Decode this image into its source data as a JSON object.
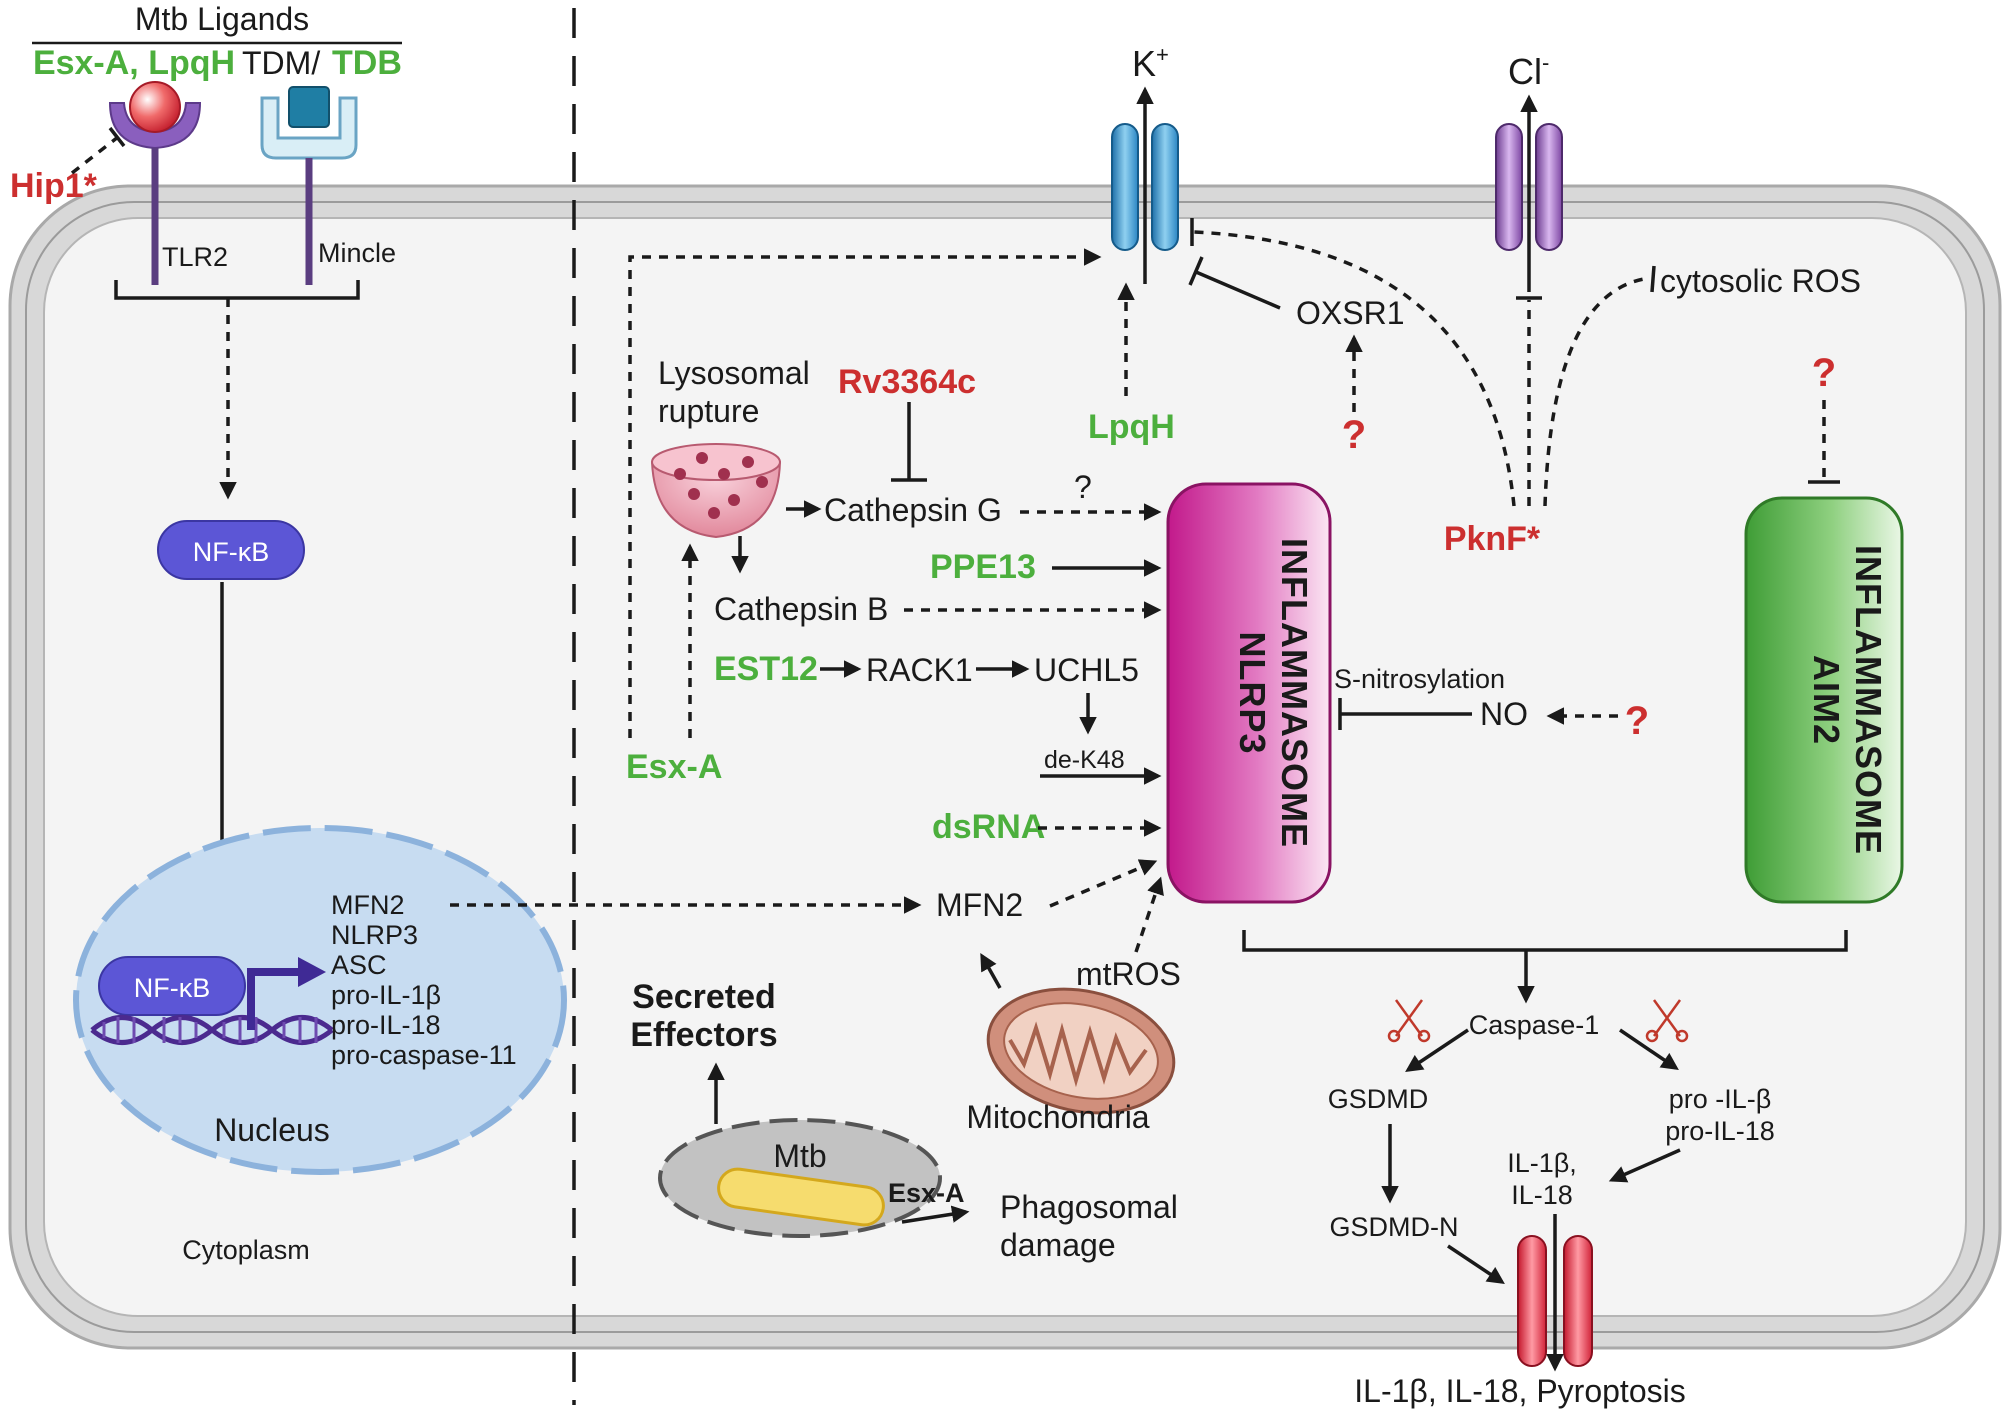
{
  "ligands": {
    "header": "Mtb Ligands",
    "esxa_lpqh": "Esx-A, LpqH",
    "tdm": "TDM/",
    "tdb": "TDB",
    "hip1": "Hip1*"
  },
  "receptors": {
    "tlr2": "TLR2",
    "mincle": "Mincle"
  },
  "nfkb": {
    "cytoplasm_label": "NF-κB",
    "nucleus_label": "NF-κB"
  },
  "nucleus": {
    "genes": [
      "MFN2",
      "NLRP3",
      "ASC",
      "pro-IL-1β",
      "pro-IL-18",
      "pro-caspase-11"
    ],
    "label": "Nucleus"
  },
  "cytoplasm": "Cytoplasm",
  "channels": {
    "k": "K",
    "k_sup": "+",
    "cl": "Cl",
    "cl_sup": "-"
  },
  "upstream": {
    "lysosomal_rupture": [
      "Lysosomal",
      "rupture"
    ],
    "rv3364c": "Rv3364c",
    "cathepsin_g": "Cathepsin G",
    "cathepsin_b": "Cathepsin B",
    "question": "?",
    "ppe13": "PPE13",
    "est12": "EST12",
    "rack1": "RACK1",
    "uchl5": "UCHL5",
    "dek48": "de-K48",
    "esxa": "Esx-A",
    "dsrna": "dsRNA",
    "mfn2": "MFN2",
    "mtros": "mtROS",
    "mitochondria": "Mitochondria",
    "lpqh": "LpqH",
    "oxsr1": "OXSR1",
    "cytosolic_ros": "cytosolic ROS",
    "pknf": "PknF*",
    "s_nitrosylation": "S-nitrosylation",
    "no": "NO"
  },
  "effectors": {
    "secreted": [
      "Secreted",
      "Effectors"
    ],
    "mtb": "Mtb",
    "esxa": "Esx-A",
    "phagosomal_damage": [
      "Phagosomal",
      "damage"
    ]
  },
  "inflammasomes": {
    "nlrp3": [
      "NLRP3",
      "INFLAMMASOME"
    ],
    "aim2": [
      "AIM2",
      "INFLAMMASOME"
    ]
  },
  "downstream": {
    "caspase1": "Caspase-1",
    "gsdmd": "GSDMD",
    "gsdmd_n": "GSDMD-N",
    "pro_il": [
      "pro -IL-β",
      "pro-IL-18"
    ],
    "il_mature": [
      "IL-1β,",
      "IL-18"
    ],
    "output": "IL-1β, IL-18, Pyroptosis"
  },
  "colors": {
    "green_text": "#4caf3d",
    "red_text": "#cc2f2f",
    "nlrp3": "#c2198b",
    "aim2": "#43a23a",
    "nfkb": "#5c56d6"
  }
}
